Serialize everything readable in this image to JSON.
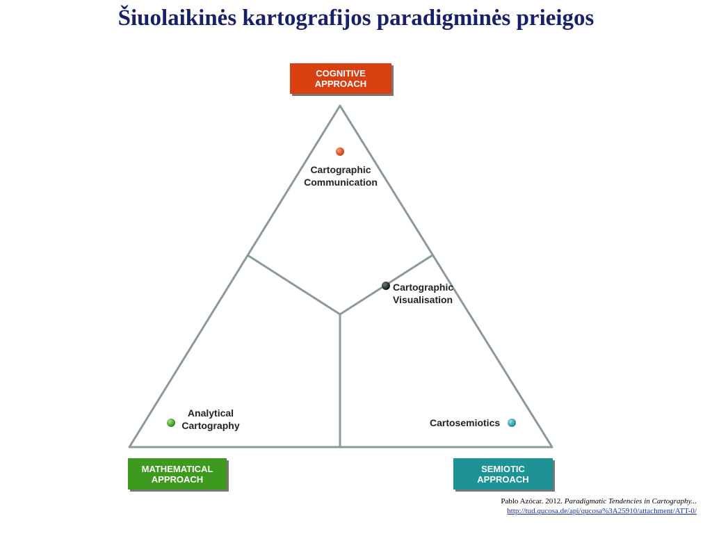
{
  "slide": {
    "title": "Šiuolaikinės kartografijos paradigminės prieigos"
  },
  "approaches": {
    "cognitive": {
      "line1": "COGNITIVE",
      "line2": "APPROACH",
      "color": "#d84012"
    },
    "mathematical": {
      "line1": "MATHEMATICAL",
      "line2": "APPROACH",
      "color": "#3e9a1f"
    },
    "semiotic": {
      "line1": "SEMIOTIC",
      "line2": "APPROACH",
      "color": "#1e9396"
    }
  },
  "nodes": {
    "communication": {
      "line1": "Cartographic",
      "line2": "Communication",
      "color": "#d84012"
    },
    "visualisation": {
      "line1": "Cartographic",
      "line2": "Visualisation",
      "color": "#1b2a2a"
    },
    "analytical": {
      "line1": "Analytical",
      "line2": "Cartography",
      "color": "#4aa82a"
    },
    "cartosemiotics": {
      "line1": "Cartosemiotics",
      "color": "#1fa1a3"
    }
  },
  "citation": {
    "author_year": "Pablo Azócar. 2012. ",
    "work": "Paradigmatic Tendencies in Cartography...",
    "url": "http://tud.qucosa.de/api/qucosa%3A25910/attachment/ATT-0/"
  }
}
